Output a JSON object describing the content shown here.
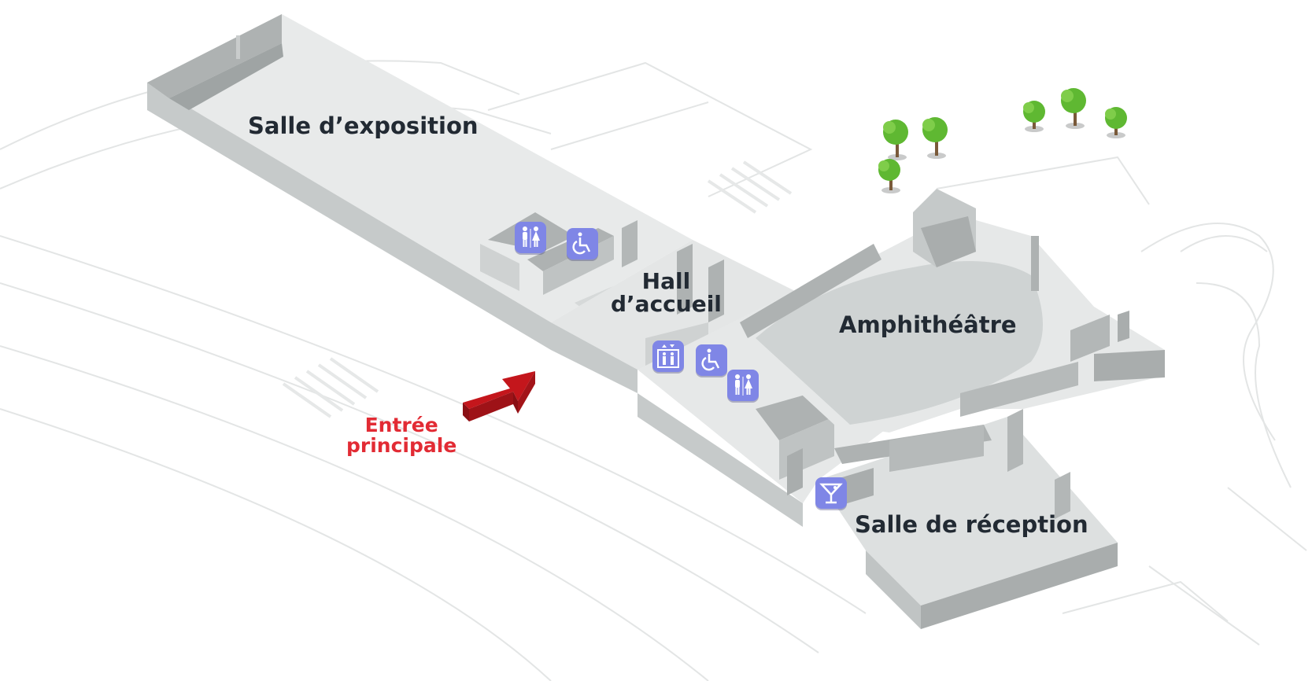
{
  "labels": {
    "expo": "Salle d’exposition",
    "hall_line1": "Hall",
    "hall_line2": "d’accueil",
    "amphi": "Amphithéâtre",
    "reception": "Salle de réception",
    "entrance_line1": "Entrée",
    "entrance_line2": "principale"
  },
  "icons": [
    {
      "name": "restroom-icon",
      "meaning": "restrooms"
    },
    {
      "name": "wheelchair-icon",
      "meaning": "accessible"
    },
    {
      "name": "elevator-icon",
      "meaning": "elevator"
    },
    {
      "name": "wheelchair-icon",
      "meaning": "accessible"
    },
    {
      "name": "restroom-icon",
      "meaning": "restrooms"
    },
    {
      "name": "cocktail-icon",
      "meaning": "bar"
    }
  ],
  "colors": {
    "background": "#ffffff",
    "floor": "#e4e6e6",
    "wall": "#a9adad",
    "wall_top": "#f4f5f5",
    "icon_bg": "#7f86e6",
    "arrow": "#c4161c",
    "entrance_text": "#e22b34",
    "label_text": "#222a33",
    "tree": "#5fb832"
  }
}
